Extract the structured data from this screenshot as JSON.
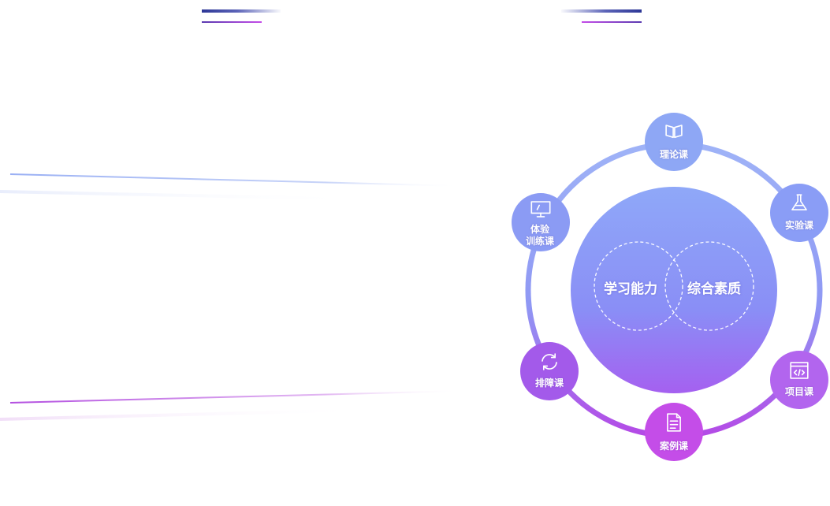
{
  "center": {
    "left_label": "学习能力",
    "right_label": "综合素质"
  },
  "nodes": [
    {
      "id": "theory",
      "label": "理论课",
      "icon": "open-book-icon",
      "color": "#8ea7f5"
    },
    {
      "id": "experiment",
      "label": "实验课",
      "icon": "flask-icon",
      "color": "#8a9df6"
    },
    {
      "id": "project",
      "label": "项目课",
      "icon": "code-window-icon",
      "color": "#b265ee"
    },
    {
      "id": "case",
      "label": "案例课",
      "icon": "document-icon",
      "color": "#c44de8"
    },
    {
      "id": "troubleshoot",
      "label": "排障课",
      "icon": "refresh-icon",
      "color": "#a35aea"
    },
    {
      "id": "experience",
      "label": "体验训练课",
      "label_line1": "体验",
      "label_line2": "训练课",
      "icon": "monitor-icon",
      "color": "#8b9bf4"
    }
  ],
  "colors": {
    "ring_top": "#9fb3f7",
    "ring_bottom": "#b44ae6",
    "center_top": "#8fa8f8",
    "center_bottom": "#a560f0",
    "frame_top": "#9ab0f4",
    "frame_bottom": "#b34fe0",
    "title_bar_dark": "#2d3796",
    "title_bar_accent": "#c44de8"
  }
}
